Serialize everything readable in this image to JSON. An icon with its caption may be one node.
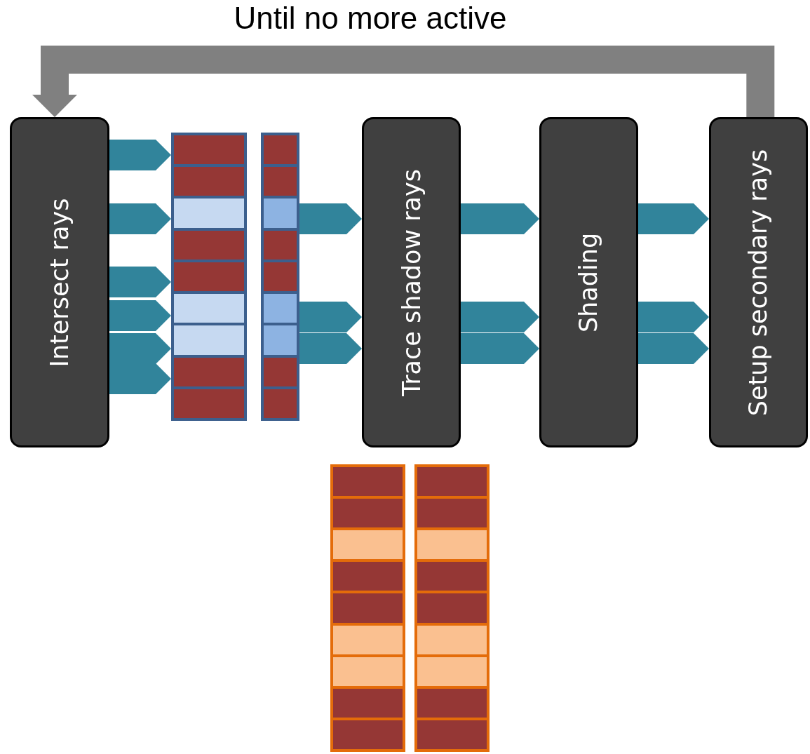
{
  "diagram": {
    "nodes": [
      {
        "text": [
          "Intersect rays"
        ]
      },
      {
        "text": [],
        "shape": "bar"
      },
      {
        "text": [],
        "shape": "bar"
      },
      {
        "text": [
          "Trace shadow rays"
        ]
      },
      {
        "text": [
          "Shading"
        ]
      },
      {
        "text": [
          "Setup secondary rays"
        ]
      },
      {
        "text": [],
        "shape": "bar"
      },
      {
        "text": [],
        "shape": "bar"
      }
    ],
    "edges": [
      {
        "from": 5,
        "to": 0,
        "arrow": "to",
        "label": "Until no more active",
        "color": "#808080"
      },
      {
        "from": 0,
        "to": 1,
        "arrow": "to"
      },
      {
        "from": 0,
        "to": 1,
        "arrow": "to"
      },
      {
        "from": 0,
        "to": 1,
        "arrow": "to"
      },
      {
        "from": 0,
        "to": 1,
        "arrow": "to"
      },
      {
        "from": 0,
        "to": 1,
        "arrow": "to"
      },
      {
        "from": 0,
        "to": 1,
        "arrow": "to"
      },
      {
        "from": 2,
        "to": 3,
        "arrow": "to"
      },
      {
        "from": 2,
        "to": 3,
        "arrow": "to"
      },
      {
        "from": 2,
        "to": 3,
        "arrow": "to"
      },
      {
        "from": 3,
        "to": 4,
        "arrow": "to"
      },
      {
        "from": 3,
        "to": 4,
        "arrow": "to"
      },
      {
        "from": 3,
        "to": 4,
        "arrow": "to"
      },
      {
        "from": 4,
        "to": 5,
        "arrow": "to"
      },
      {
        "from": 4,
        "to": 5,
        "arrow": "to"
      },
      {
        "from": 4,
        "to": 5,
        "arrow": "to"
      }
    ]
  }
}
